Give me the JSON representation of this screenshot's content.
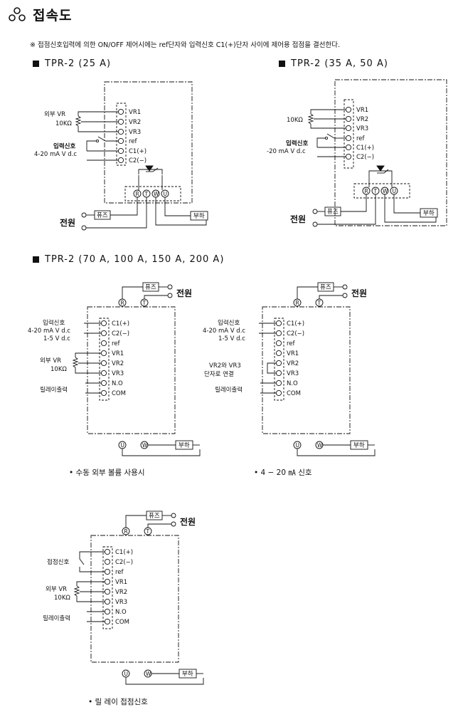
{
  "header": {
    "title": "접속도",
    "note": "※ 접점신호입력에 의한 ON/OFF 제어시에는 ref단자와 입력신호 C1(+)단자 사이에 제어용 접점을 결선한다."
  },
  "sections": {
    "d1": "TPR-2 (25 A)",
    "d2": "TPR-2 (35 A, 50 A)",
    "d3": "TPR-2 (70 A, 100 A, 150 A, 200 A)"
  },
  "terminals": {
    "vr1": "VR1",
    "vr2": "VR2",
    "vr3": "VR3",
    "ref": "ref",
    "c1": "C1(+)",
    "c2": "C2(−)",
    "no": "N.O",
    "com": "COM",
    "r": "R",
    "t": "T",
    "w": "W",
    "u": "U"
  },
  "labels": {
    "ext_vr": "외부 VR",
    "ohm": "10KΩ",
    "input": "입력신호",
    "ma_420": "4-20 mA V d.c",
    "ma_420b": "-20 mA V d.c",
    "v_15": "1-5 V d.c",
    "fuse": "퓨즈",
    "load": "부하",
    "power": "전원",
    "relay_out": "릴레이출력",
    "vr23_a": "VR2와 VR3",
    "vr23_b": "단자로 연결",
    "contact": "접점신호"
  },
  "captions": {
    "c1": "• 수동 외부 볼륨 사용시",
    "c2": "• 4 − 20 ㎃ 신호",
    "c3": "• 릴 레이 접점신호"
  }
}
